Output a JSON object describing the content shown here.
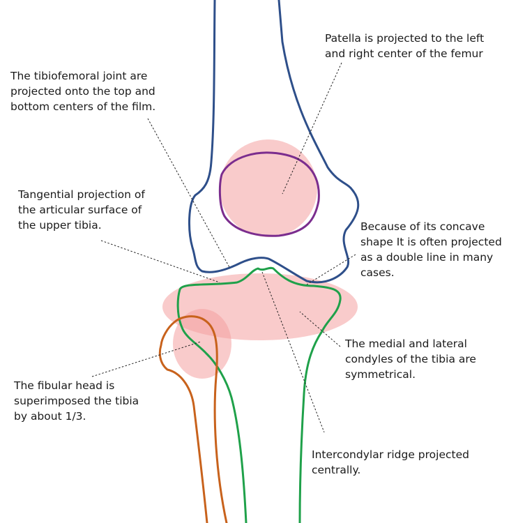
{
  "annotations": {
    "patella": "Patella is projected to the left\nand right center of the femur",
    "tibiofemoral": "The tibiofemoral joint are\nprojected onto the top and\nbottom centers of the film.",
    "tangential": "Tangential projection of\nthe articular surface of\nthe upper tibia.",
    "concave": "Because of its concave\nshape It is often projected\nas a double line in many\ncases.",
    "condyles": "The medial and lateral\ncondyles of the tibia are\nsymmetrical.",
    "fibular": "The fibular head is\nsuperimposed the tibia\nby about 1/3.",
    "intercondylar": "Intercondylar ridge projected\ncentrally."
  },
  "colors": {
    "femur": "#2e4f8a",
    "patella": "#7b2d8e",
    "tibia": "#1fa14a",
    "fibula": "#c8621c",
    "highlight": "#f4a0a0",
    "leader": "#222222",
    "text": "#1a1a1a"
  }
}
